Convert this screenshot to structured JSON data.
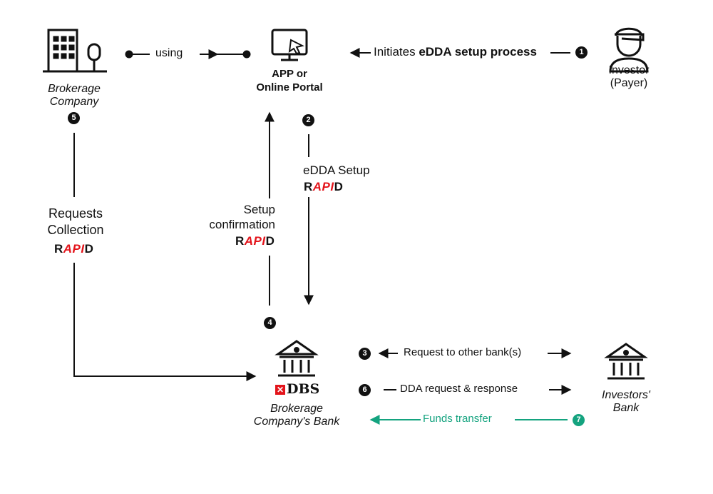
{
  "actors": {
    "brokerage_company": [
      "Brokerage",
      "Company"
    ],
    "portal": [
      "APP or",
      "Online Portal"
    ],
    "investor": [
      "Investor",
      "(Payer)"
    ],
    "brokerage_bank": [
      "Brokerage",
      "Company's Bank"
    ],
    "investors_bank": [
      "Investors'",
      "Bank"
    ]
  },
  "flows": {
    "using": "using",
    "initiates_prefix": "Initiates",
    "initiates_bold": "eDDA setup process",
    "edda_setup": "eDDA Setup",
    "setup_confirmation": [
      "Setup",
      "confirmation"
    ],
    "requests_collection": [
      "Requests",
      "Collection"
    ],
    "request_other_bank": "Request to other bank(s)",
    "dda_request_response": "DDA request & response",
    "funds_transfer": "Funds transfer"
  },
  "rapid": {
    "r": "R",
    "api": "API",
    "d": "D"
  },
  "dbs_logo": {
    "mark": "✕",
    "text": "DBS"
  },
  "steps": [
    "1",
    "2",
    "3",
    "4",
    "5",
    "6",
    "7"
  ],
  "colors": {
    "rapid_red": "#e3141b",
    "funds_green": "#14a37f",
    "line": "#111111"
  }
}
